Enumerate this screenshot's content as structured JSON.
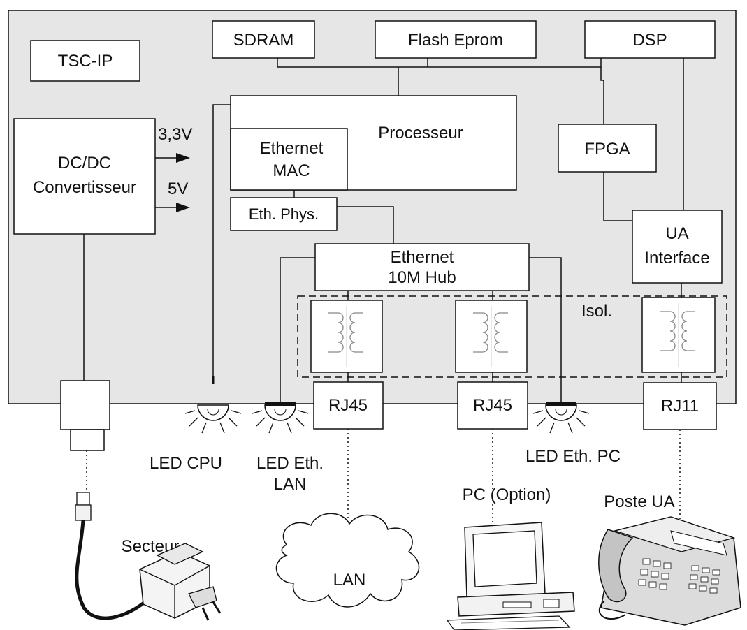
{
  "colors": {
    "board_fill": "#e6e6e6",
    "stroke": "#111111",
    "box_fill": "#ffffff"
  },
  "blocks": {
    "tsc_ip": "TSC-IP",
    "sdram": "SDRAM",
    "flash": "Flash Eprom",
    "dsp": "DSP",
    "processeur": "Processeur",
    "ethernet_mac_line1": "Ethernet",
    "ethernet_mac_line2": "MAC",
    "fpga": "FPGA",
    "dcdc_line1": "DC/DC",
    "dcdc_line2": "Convertisseur",
    "volt_33": "3,3V",
    "volt_5": "5V",
    "eth_phys": "Eth. Phys.",
    "hub_line1": "Ethernet",
    "hub_line2": "10M Hub",
    "ua_line1": "UA",
    "ua_line2": "Interface",
    "isol": "Isol.",
    "rj45_lan": "RJ45",
    "rj45_pc": "RJ45",
    "rj11": "RJ11"
  },
  "external": {
    "led_cpu": "LED CPU",
    "led_eth_lan_line1": "LED Eth.",
    "led_eth_lan_line2": "LAN",
    "led_eth_pc": "LED Eth. PC",
    "pc_option": "PC (Option)",
    "poste_ua": "Poste UA",
    "secteur": "Secteur",
    "lan": "LAN"
  },
  "icons": [
    "transformer-icon",
    "led-icon",
    "power-plug-icon",
    "cloud-icon",
    "pc-icon",
    "phone-icon",
    "power-adapter-icon"
  ]
}
